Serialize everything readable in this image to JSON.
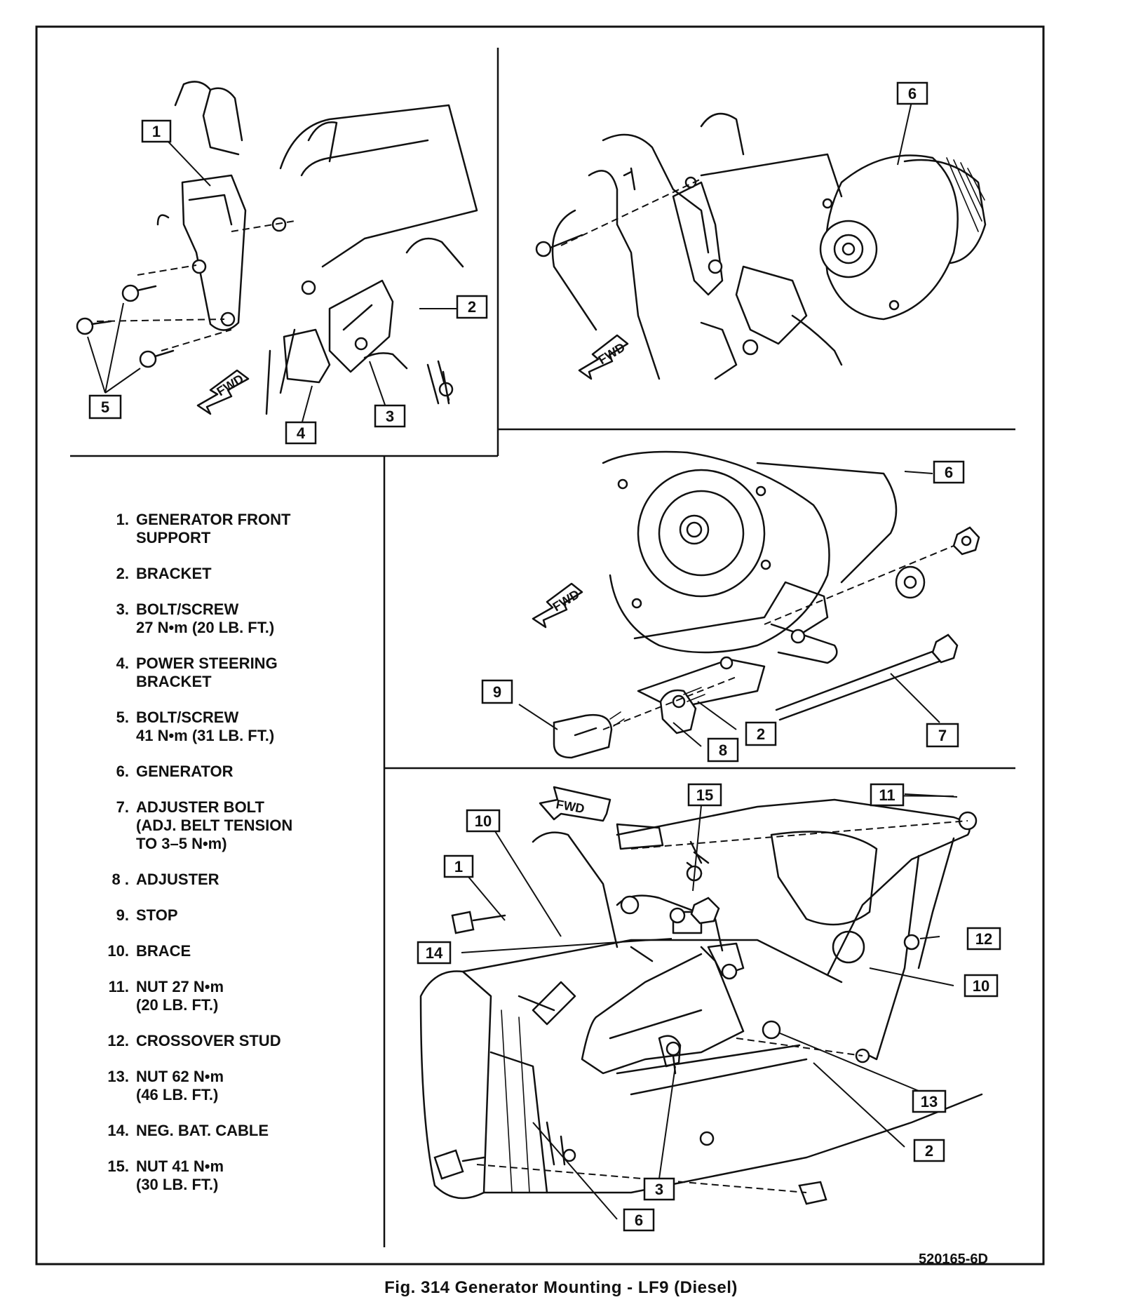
{
  "caption": "Fig. 314 Generator Mounting - LF9 (Diesel)",
  "figure_code": "520165-6D",
  "fwd_label": "FWD",
  "legend": [
    {
      "num": "1.",
      "lines": [
        "GENERATOR FRONT",
        "SUPPORT"
      ]
    },
    {
      "num": "2.",
      "lines": [
        "BRACKET"
      ]
    },
    {
      "num": "3.",
      "lines": [
        "BOLT/SCREW",
        "27 N•m (20 LB. FT.)"
      ]
    },
    {
      "num": "4.",
      "lines": [
        "POWER STEERING",
        "BRACKET"
      ]
    },
    {
      "num": "5.",
      "lines": [
        "BOLT/SCREW",
        "41 N•m (31 LB. FT.)"
      ]
    },
    {
      "num": "6.",
      "lines": [
        "GENERATOR"
      ]
    },
    {
      "num": "7.",
      "lines": [
        "ADJUSTER BOLT",
        "(ADJ. BELT TENSION",
        "TO 3–5 N•m)"
      ]
    },
    {
      "num": "8 .",
      "lines": [
        "ADJUSTER"
      ]
    },
    {
      "num": "9.",
      "lines": [
        "STOP"
      ]
    },
    {
      "num": "10.",
      "lines": [
        "BRACE"
      ]
    },
    {
      "num": "11.",
      "lines": [
        "NUT 27 N•m",
        "(20 LB. FT.)"
      ]
    },
    {
      "num": "12.",
      "lines": [
        "CROSSOVER STUD"
      ]
    },
    {
      "num": "13.",
      "lines": [
        "NUT 62 N•m",
        "(46 LB. FT.)"
      ]
    },
    {
      "num": "14.",
      "lines": [
        "NEG. BAT. CABLE"
      ]
    },
    {
      "num": "15.",
      "lines": [
        "NUT 41 N•m",
        "(30 LB. FT.)"
      ]
    }
  ],
  "callouts": [
    {
      "label": "1"
    },
    {
      "label": "2"
    },
    {
      "label": "3"
    },
    {
      "label": "4"
    },
    {
      "label": "5"
    },
    {
      "label": "6"
    },
    {
      "label": "6"
    },
    {
      "label": "9"
    },
    {
      "label": "2"
    },
    {
      "label": "8"
    },
    {
      "label": "7"
    },
    {
      "label": "10"
    },
    {
      "label": "15"
    },
    {
      "label": "11"
    },
    {
      "label": "1"
    },
    {
      "label": "14"
    },
    {
      "label": "12"
    },
    {
      "label": "10"
    },
    {
      "label": "13"
    },
    {
      "label": "2"
    },
    {
      "label": "3"
    },
    {
      "label": "6"
    }
  ]
}
